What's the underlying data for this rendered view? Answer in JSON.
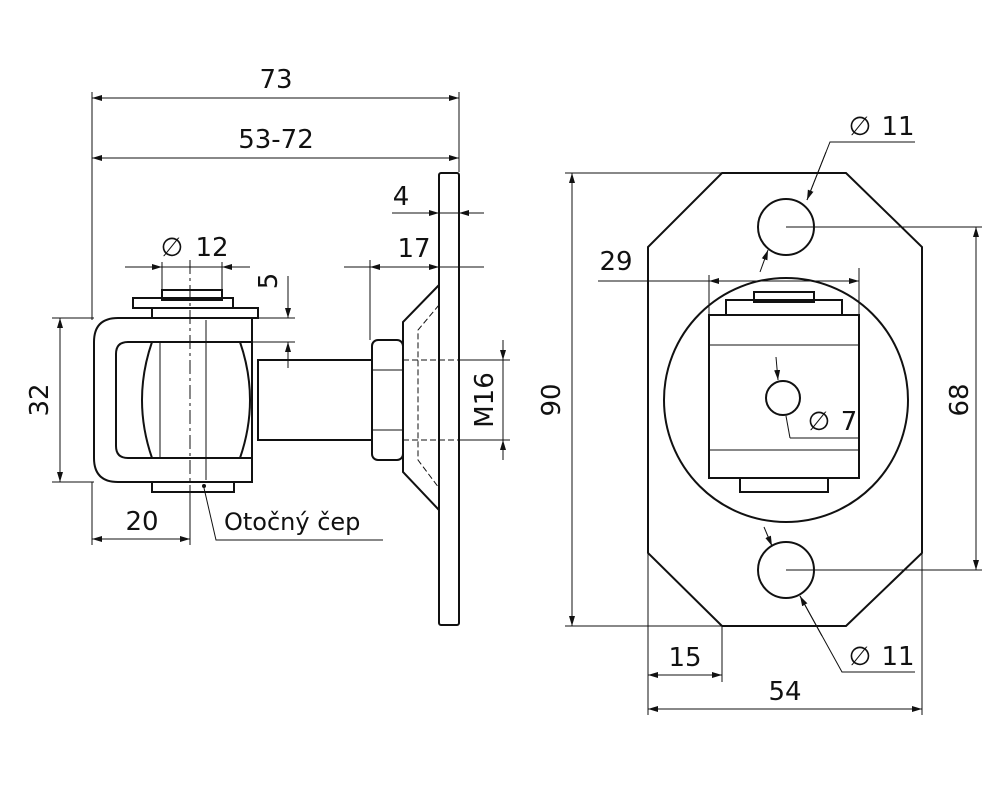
{
  "side_view": {
    "overall_length": "73",
    "adjust_range": "53-72",
    "plate_thickness": "4",
    "nut_width": "17",
    "pin_diameter_symbol": "∅",
    "pin_diameter": "12",
    "gap": "5",
    "eye_height": "32",
    "thread": "M16",
    "eye_offset": "20",
    "pin_label": "Otočný čep"
  },
  "plate_view": {
    "hole_diameter_symbol": "∅",
    "hole_diameter_top": "11",
    "hole_diameter_bottom": "11",
    "bracket_width": "29",
    "plate_height": "90",
    "hole_spacing": "68",
    "center_hole_symbol": "∅",
    "center_hole": "7",
    "chamfer": "15",
    "plate_width": "54"
  },
  "colors": {
    "line": "#111111",
    "background": "#ffffff"
  }
}
